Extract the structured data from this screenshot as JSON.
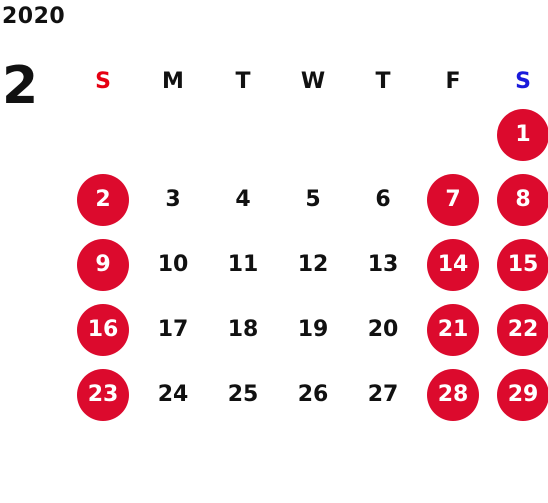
{
  "calendar": {
    "year": "2020",
    "month": "2",
    "weekdays": [
      "S",
      "M",
      "T",
      "W",
      "T",
      "F",
      "S"
    ],
    "weekday_colors": [
      "#e60012",
      "#111111",
      "#111111",
      "#111111",
      "#111111",
      "#111111",
      "#1a1adb"
    ],
    "holiday_color": "#dc0a2d",
    "first_weekday_index": 6,
    "days": [
      {
        "label": "1",
        "holiday": true
      },
      {
        "label": "2",
        "holiday": true
      },
      {
        "label": "3",
        "holiday": false
      },
      {
        "label": "4",
        "holiday": false
      },
      {
        "label": "5",
        "holiday": false
      },
      {
        "label": "6",
        "holiday": false
      },
      {
        "label": "7",
        "holiday": true
      },
      {
        "label": "8",
        "holiday": true
      },
      {
        "label": "9",
        "holiday": true
      },
      {
        "label": "10",
        "holiday": false
      },
      {
        "label": "11",
        "holiday": false
      },
      {
        "label": "12",
        "holiday": false
      },
      {
        "label": "13",
        "holiday": false
      },
      {
        "label": "14",
        "holiday": true
      },
      {
        "label": "15",
        "holiday": true
      },
      {
        "label": "16",
        "holiday": true
      },
      {
        "label": "17",
        "holiday": false
      },
      {
        "label": "18",
        "holiday": false
      },
      {
        "label": "19",
        "holiday": false
      },
      {
        "label": "20",
        "holiday": false
      },
      {
        "label": "21",
        "holiday": true
      },
      {
        "label": "22",
        "holiday": true
      },
      {
        "label": "23",
        "holiday": true
      },
      {
        "label": "24",
        "holiday": false
      },
      {
        "label": "25",
        "holiday": false
      },
      {
        "label": "26",
        "holiday": false
      },
      {
        "label": "27",
        "holiday": false
      },
      {
        "label": "28",
        "holiday": true
      },
      {
        "label": "29",
        "holiday": true
      }
    ]
  }
}
